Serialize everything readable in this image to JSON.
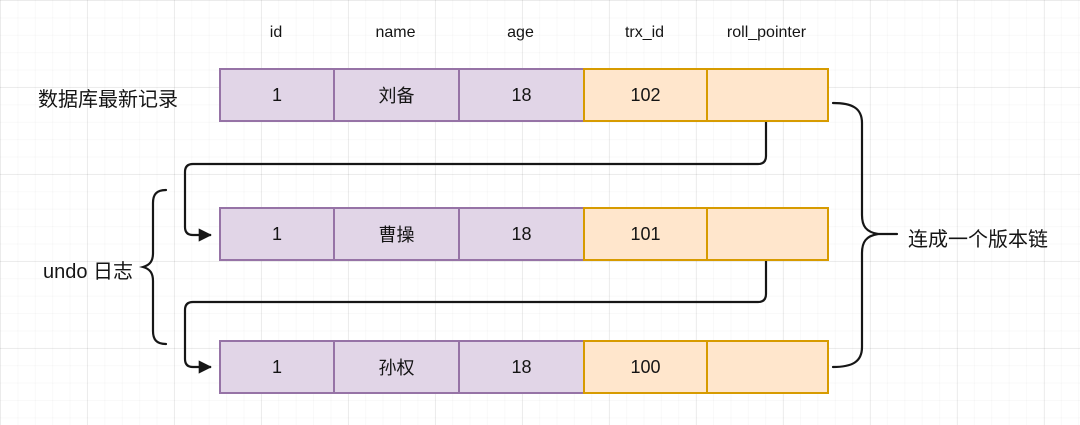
{
  "diagram": {
    "title_hint": "MySQL MVCC undo log version chain",
    "columns": [
      "id",
      "name",
      "age",
      "trx_id",
      "roll_pointer"
    ],
    "rows": [
      {
        "kind": "latest-record",
        "cells": [
          "1",
          "刘备",
          "18",
          "102",
          ""
        ]
      },
      {
        "kind": "undo-version-1",
        "cells": [
          "1",
          "曹操",
          "18",
          "101",
          ""
        ]
      },
      {
        "kind": "undo-version-2",
        "cells": [
          "1",
          "孙权",
          "18",
          "100",
          ""
        ]
      }
    ],
    "labels": {
      "latest_record": "数据库最新记录",
      "undo_log": "undo 日志",
      "version_chain": "连成一个版本链"
    },
    "colors": {
      "record_fill": "#E1D5E7",
      "record_stroke": "#9673A6",
      "undo_fill": "#FFE6CC",
      "undo_stroke": "#D79B00",
      "connector": "#161616",
      "grid_line": "#ececec"
    }
  }
}
